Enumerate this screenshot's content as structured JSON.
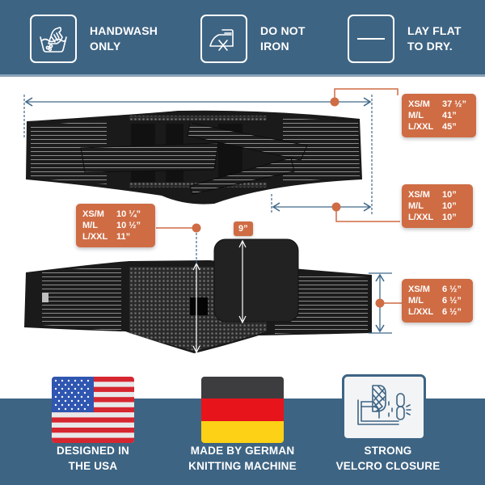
{
  "care_instructions": [
    {
      "icon": "handwash-icon",
      "line1": "HANDWASH",
      "line2": "ONLY"
    },
    {
      "icon": "do-not-iron-icon",
      "line1": "DO NOT",
      "line2": "IRON"
    },
    {
      "icon": "lay-flat-icon",
      "line1": "LAY FLAT",
      "line2": "TO DRY."
    }
  ],
  "measurements": {
    "total_length": {
      "rows": [
        {
          "size": "XS/M",
          "value": "37 ½”"
        },
        {
          "size": "M/L",
          "value": "41”"
        },
        {
          "size": "L/XXL",
          "value": "45”"
        }
      ]
    },
    "side_length": {
      "rows": [
        {
          "size": "XS/M",
          "value": "10”"
        },
        {
          "size": "M/L",
          "value": "10”"
        },
        {
          "size": "L/XXL",
          "value": "10”"
        }
      ]
    },
    "center_height": {
      "rows": [
        {
          "size": "XS/M",
          "value": "10 ¼”"
        },
        {
          "size": "M/L",
          "value": "10 ½”"
        },
        {
          "size": "L/XXL",
          "value": "11”"
        }
      ]
    },
    "pad_height": {
      "value": "9”"
    },
    "end_height": {
      "rows": [
        {
          "size": "XS/M",
          "value": "6 ½”"
        },
        {
          "size": "M/L",
          "value": "6 ½”"
        },
        {
          "size": "L/XXL",
          "value": "6 ½”"
        }
      ]
    }
  },
  "features": [
    {
      "icon": "usa-flag-icon",
      "line1": "DESIGNED IN",
      "line2": "THE USA"
    },
    {
      "icon": "germany-flag-icon",
      "line1": "MADE BY GERMAN",
      "line2": "KNITTING MACHINE"
    },
    {
      "icon": "velcro-icon",
      "line1": "STRONG",
      "line2": "VELCRO CLOSURE"
    }
  ],
  "colors": {
    "band_blue": "#3e6483",
    "accent_orange": "#cf6c44",
    "belt_black": "#1a1a1a",
    "measure_blue": "#41698a"
  }
}
